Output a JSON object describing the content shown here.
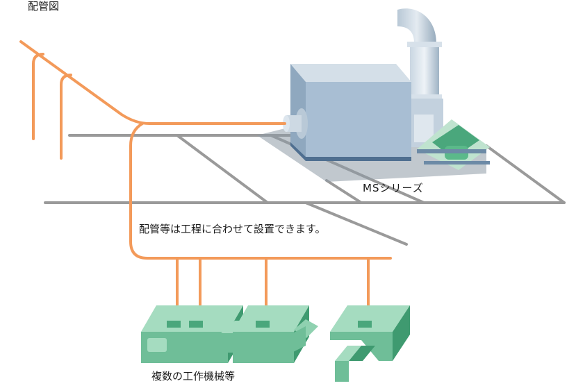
{
  "title": "配管図",
  "labels": {
    "unit": "MSシリーズ",
    "note": "配管等は工程に合わせて設置できます。",
    "machines": "複数の工作機械等"
  },
  "colors": {
    "pipe": "#f39a5a",
    "floor_line": "#9a9a9a",
    "unit_box": "#a8bed3",
    "machine": "#6fbe98"
  }
}
